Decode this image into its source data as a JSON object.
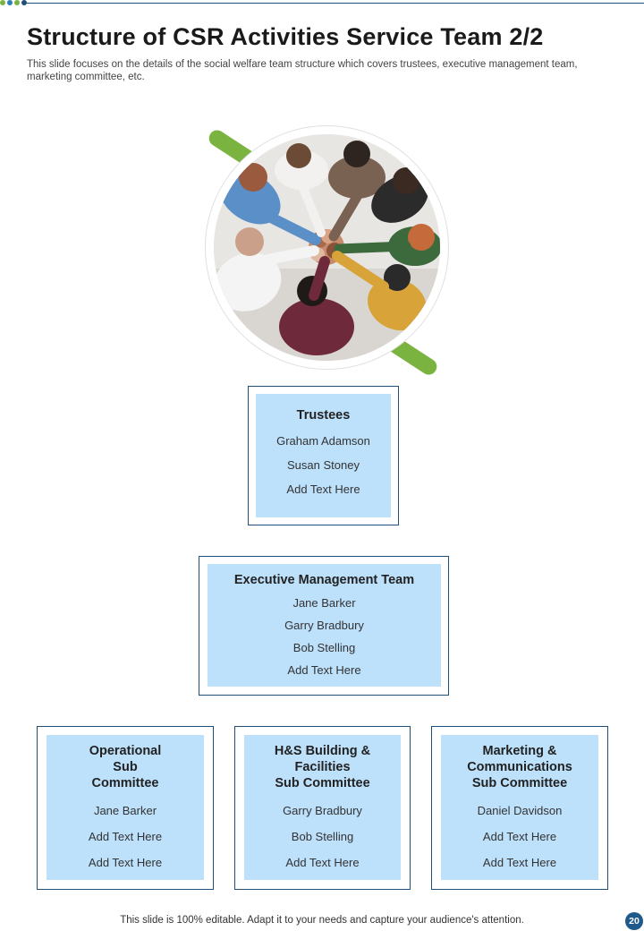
{
  "slide": {
    "title": "Structure of CSR Activities Service Team 2/2",
    "subtitle": "This slide focuses on the details of the social welfare team structure which covers trustees, executive management team, marketing committee, etc."
  },
  "colors": {
    "accent_green": "#7bb341",
    "frame_blue": "#1f4e79",
    "box_fill": "#bde0fb",
    "page_badge": "#1f5a8a"
  },
  "trustees": {
    "title": "Trustees",
    "members": [
      "Graham Adamson",
      "Susan Stoney",
      "Add Text Here"
    ]
  },
  "executive": {
    "title": "Executive Management Team",
    "members": [
      "Jane Barker",
      "Garry Bradbury",
      "Bob Stelling",
      "Add Text Here"
    ]
  },
  "committees": [
    {
      "title_lines": [
        "Operational",
        "Sub",
        "Committee"
      ],
      "members": [
        "Jane Barker",
        "Add Text Here",
        "Add Text Here"
      ]
    },
    {
      "title_lines": [
        "H&S Building &",
        "Facilities",
        "Sub Committee"
      ],
      "members": [
        "Garry Bradbury",
        "Bob Stelling",
        "Add Text Here"
      ]
    },
    {
      "title_lines": [
        "Marketing &",
        "Communications",
        "Sub Committee"
      ],
      "members": [
        "Daniel Davidson",
        "Add Text Here",
        "Add Text Here"
      ]
    }
  ],
  "footer": {
    "note": "This slide is 100% editable. Adapt it to your needs and capture your audience's attention.",
    "page_number": "20"
  }
}
